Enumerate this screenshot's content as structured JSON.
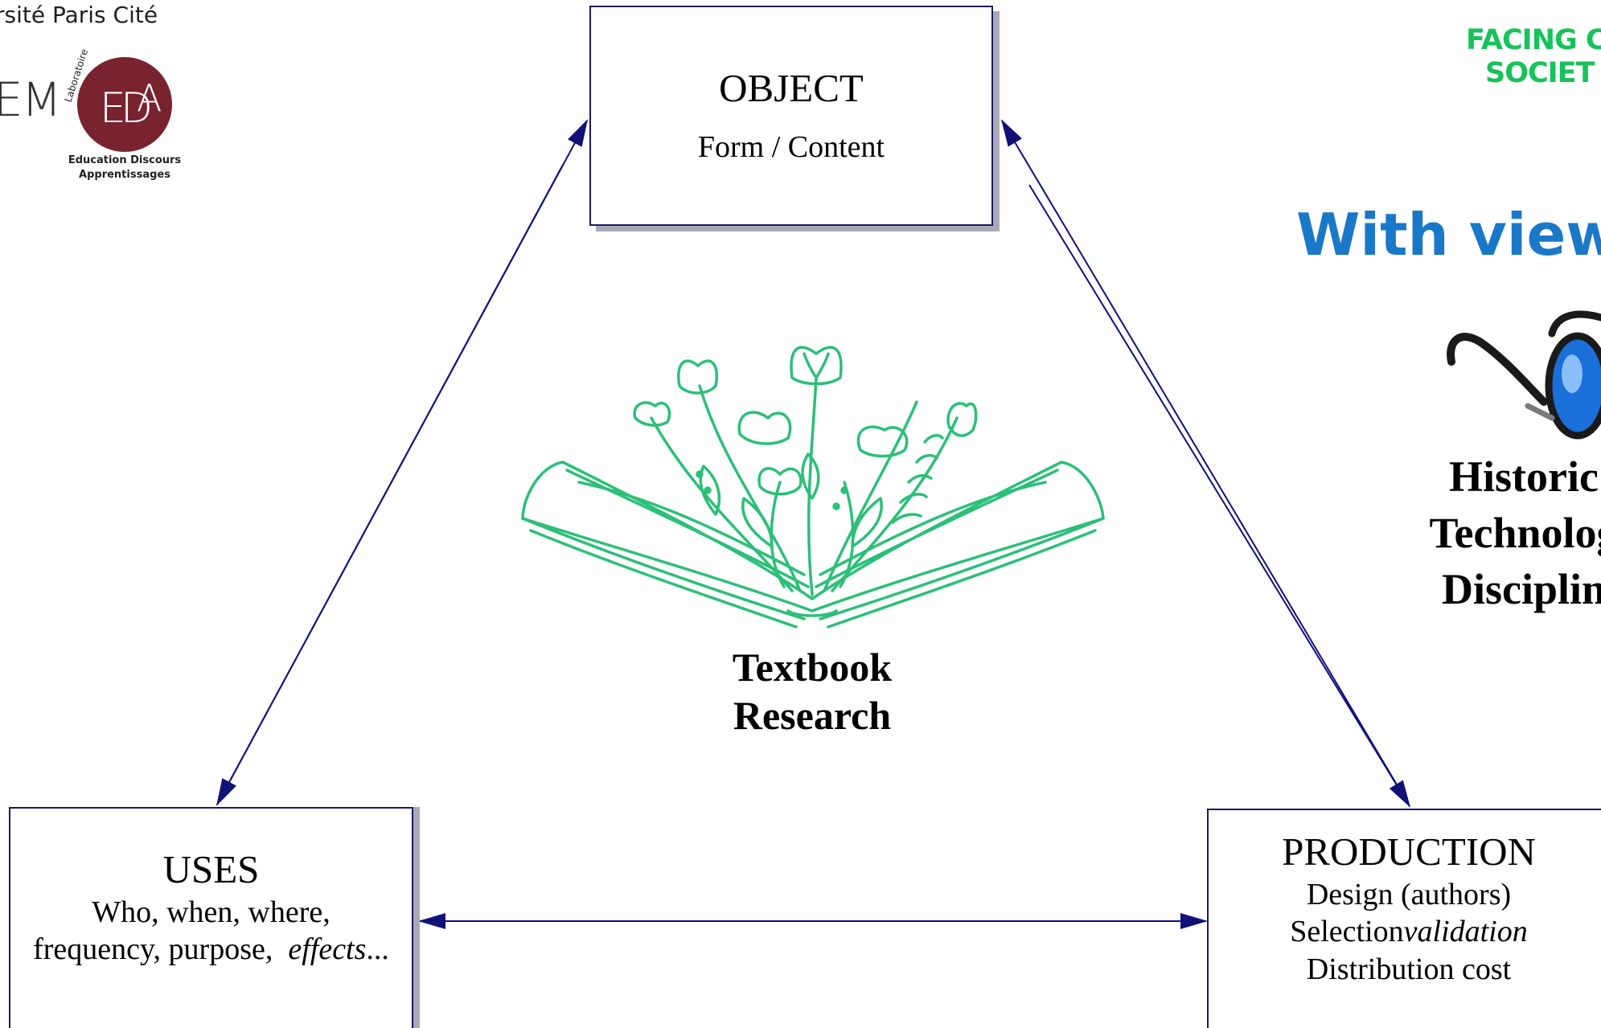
{
  "header": {
    "university": "rsité Paris Cité",
    "lab_fragment": "EM",
    "eda_logo": {
      "monogram": "EDA",
      "arc_label": "Laboratoire",
      "caption_line1": "Education Discours",
      "caption_line2": "Apprentissages",
      "color": "#7a2330"
    },
    "facing_line1": "FACING C",
    "facing_line2": "SOCIET",
    "facing_color": "#17c25a"
  },
  "diagram": {
    "object": {
      "title": "OBJECT",
      "line1": "Form / Content"
    },
    "uses": {
      "title": "USES",
      "line1": "Who, when, where,",
      "line2_plain": "frequency, purpose,",
      "line2_italic": "effects",
      "line2_tail": "..."
    },
    "production": {
      "title": "PRODUCTION",
      "line1": "Design (authors)",
      "line2_plain": "Selection",
      "line2_italic": "validation",
      "line3": "Distribution cost"
    },
    "center": {
      "line1": "Textbook",
      "line2": "Research",
      "illustration_icon": "open-book-flowers-icon",
      "illustration_color": "#2cbf78"
    },
    "arrow_color": "#111177"
  },
  "viewpoints": {
    "heading": "With viewp",
    "heading_color": "#1a78c8",
    "icon": "eyeglasses-icon",
    "items": [
      "Historic",
      "Technolog",
      "Disciplin"
    ]
  }
}
